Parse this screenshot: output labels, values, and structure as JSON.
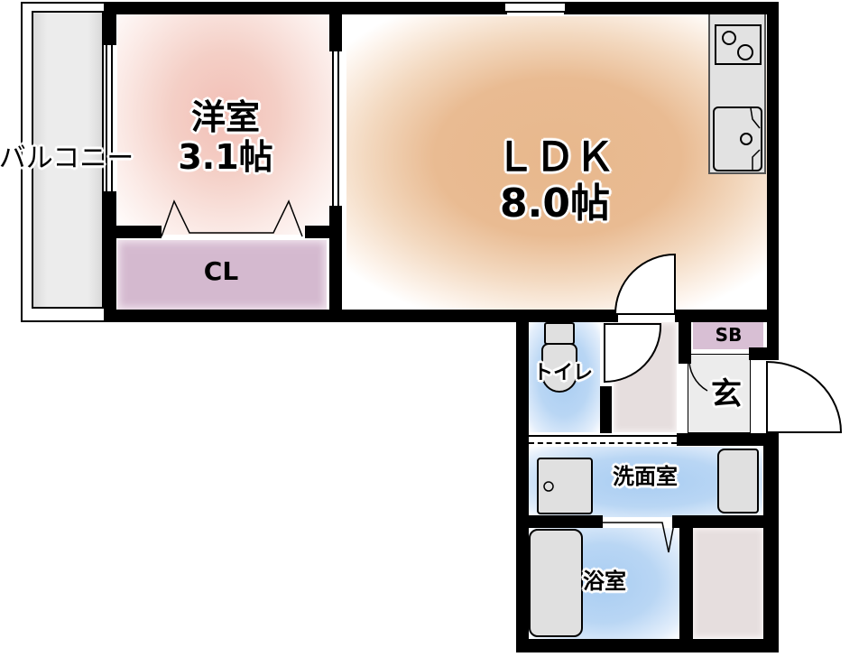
{
  "floor_plan": {
    "type": "1LDK apartment floor plan",
    "rooms": {
      "western_room": {
        "name": "洋室",
        "size": "3.1帖"
      },
      "ldk": {
        "name": "ＬＤＫ",
        "size": "8.0帖"
      },
      "closet": {
        "name": "CL"
      },
      "balcony": {
        "name": "バルコニー"
      },
      "toilet": {
        "name": "トイレ"
      },
      "shoe_box": {
        "name": "SB"
      },
      "entrance": {
        "name": "玄"
      },
      "washroom": {
        "name": "洗面室"
      },
      "bathroom": {
        "name": "浴室"
      }
    },
    "colors": {
      "western_room": "#f2bfb6",
      "ldk": "#e8b88d",
      "closet": "#d5bad0",
      "water_areas": "#a9cdf2",
      "balcony": "#e6e6e6",
      "fixtures": "#e0e0e0",
      "hallway": "#e6dede",
      "walls": "#000000"
    }
  }
}
